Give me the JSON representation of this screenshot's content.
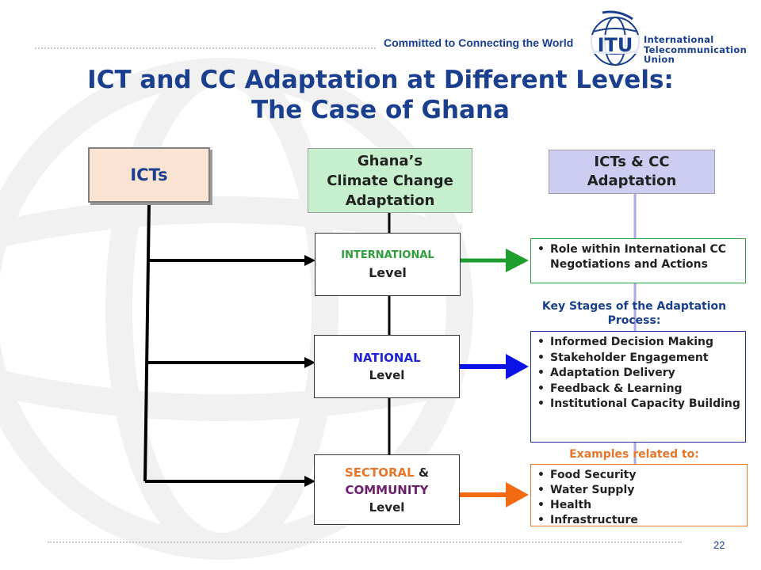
{
  "header": {
    "tagline": "Committed to Connecting the World",
    "logo": {
      "mark": "ITU",
      "name_lines": [
        "International",
        "Telecommunication",
        "Union"
      ]
    }
  },
  "title": {
    "line1": "ICT and CC Adaptation at Different Levels:",
    "line2": "The Case of Ghana"
  },
  "columns": {
    "icts": "ICTs",
    "ghana": [
      "Ghana’s",
      "Climate Change",
      "Adaptation"
    ],
    "icts_cc": [
      "ICTs & CC",
      "Adaptation"
    ]
  },
  "levels": {
    "international": {
      "name": "INTERNATIONAL",
      "suffix": "Level",
      "color": "#2e9e3b"
    },
    "national": {
      "name": "NATIONAL",
      "suffix": "Level",
      "color": "#1f23d6"
    },
    "sectoral": {
      "name_a": "SECTORAL",
      "amp": "&",
      "name_b": "COMMUNITY",
      "suffix": "Level",
      "color_a": "#e8762a",
      "color_b": "#6b1f6b"
    }
  },
  "outcomes": {
    "international": {
      "items": [
        "Role within International CC Negotiations and Actions"
      ]
    },
    "national": {
      "caption": "Key Stages of the Adaptation Process:",
      "items": [
        "Informed Decision Making",
        "Stakeholder Engagement",
        "Adaptation Delivery",
        "Feedback & Learning",
        "Institutional Capacity Building"
      ]
    },
    "sectoral": {
      "caption": "Examples related to:",
      "items": [
        "Food Security",
        "Water Supply",
        "Health",
        "Infrastructure"
      ]
    }
  },
  "colors": {
    "title": "#1a3f8f",
    "arrow_international": "#1e9e2e",
    "arrow_national": "#0a12e6",
    "arrow_sectoral": "#f26a12",
    "connector_right": "#aaaaea"
  },
  "page_number": "22"
}
